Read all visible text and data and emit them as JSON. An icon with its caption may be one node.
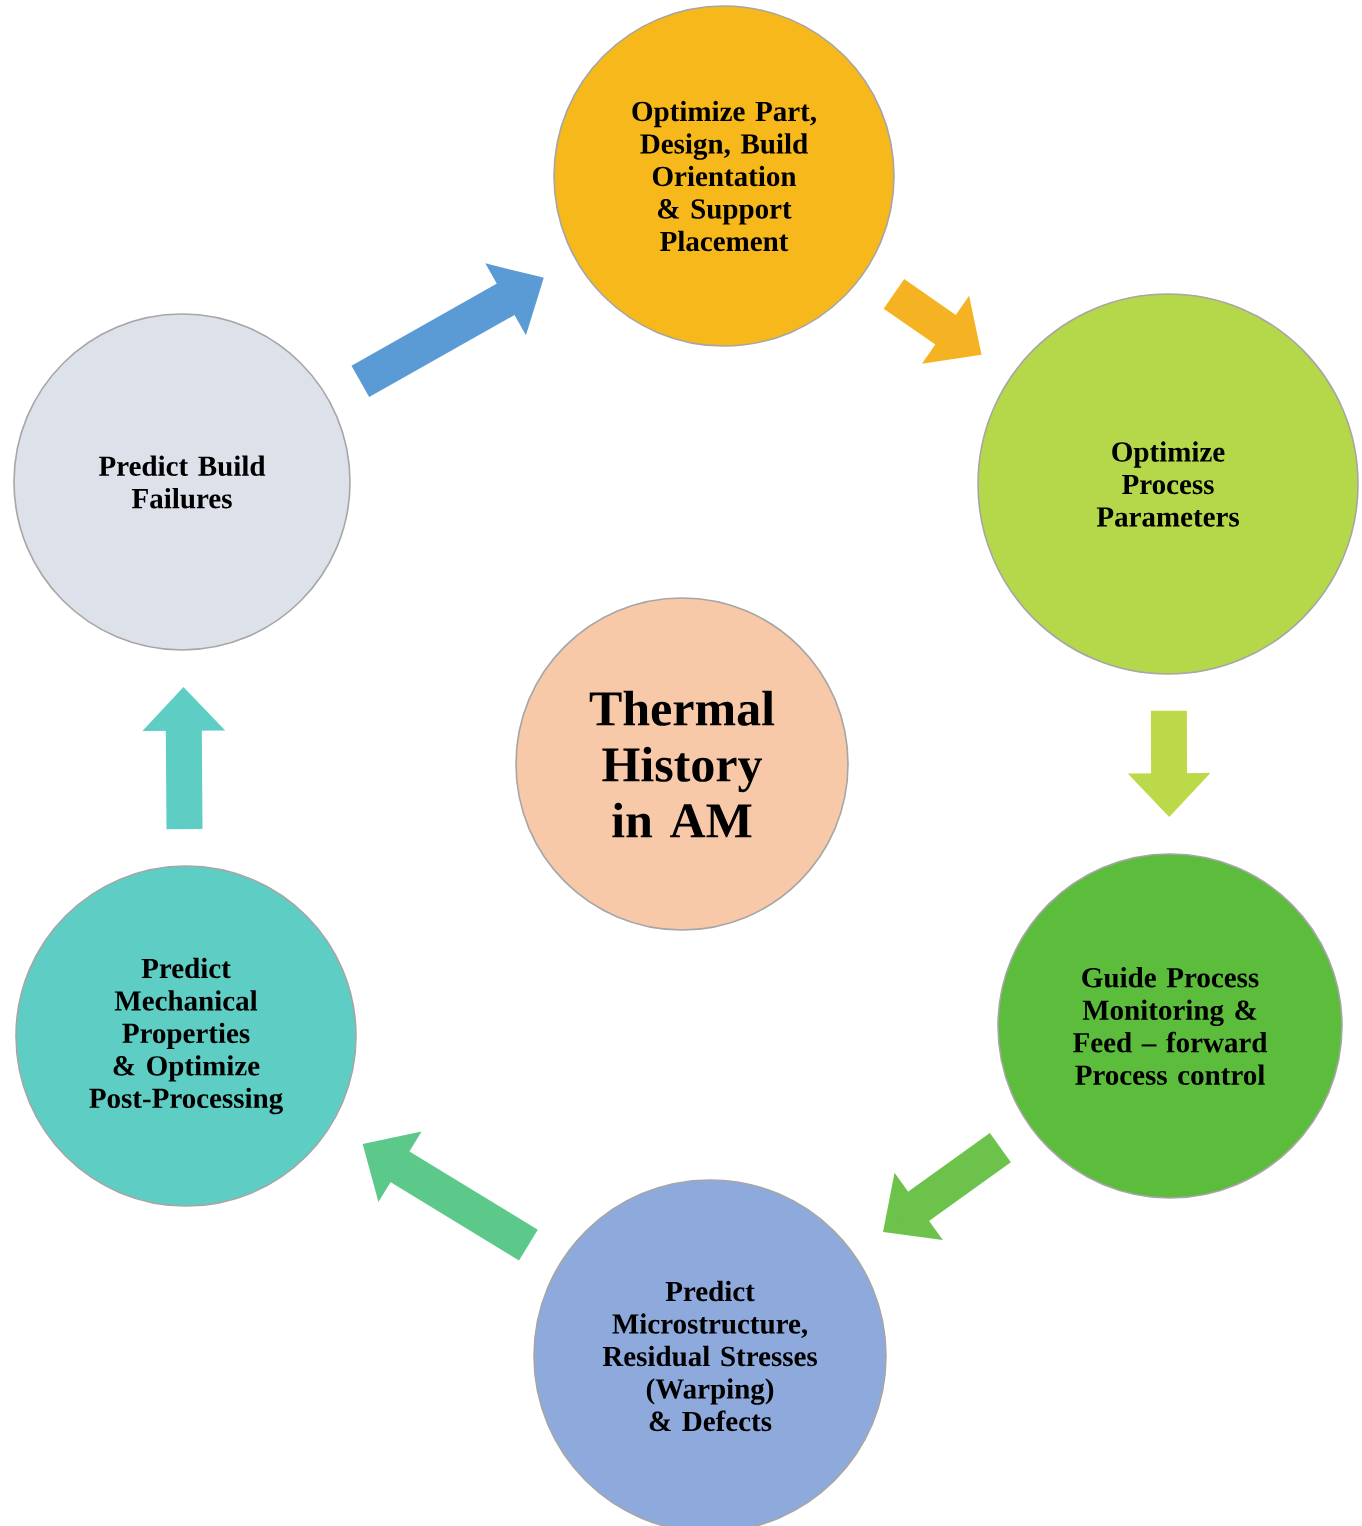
{
  "diagram": {
    "nodes": [
      {
        "text": [
          "Thermal History in AM"
        ]
      },
      {
        "text": [
          "Optimize Part, Design, Build Orientation & Support Placement"
        ]
      },
      {
        "text": [
          "Optimize Process Parameters"
        ]
      },
      {
        "text": [
          "Guide Process Monitoring & Feed – forward Process control"
        ]
      },
      {
        "text": [
          "Predict Microstructure, Residual Stresses (Warping) & Defects"
        ]
      },
      {
        "text": [
          "Predict Mechanical Properties & Optimize Post-Processing"
        ]
      },
      {
        "text": [
          "Predict Build Failures"
        ]
      }
    ],
    "edges": [
      {
        "from": 6,
        "to": 1,
        "arrow": "to",
        "color": "#5b9bd5"
      },
      {
        "from": 1,
        "to": 2,
        "arrow": "to",
        "color": "#f5b324"
      },
      {
        "from": 2,
        "to": 3,
        "arrow": "to",
        "color": "#bcd94a"
      },
      {
        "from": 3,
        "to": 4,
        "arrow": "to",
        "color": "#6cc24a"
      },
      {
        "from": 4,
        "to": 5,
        "arrow": "to",
        "color": "#5cc88a"
      },
      {
        "from": 5,
        "to": 6,
        "arrow": "to",
        "color": "#5ecdc4"
      }
    ]
  }
}
